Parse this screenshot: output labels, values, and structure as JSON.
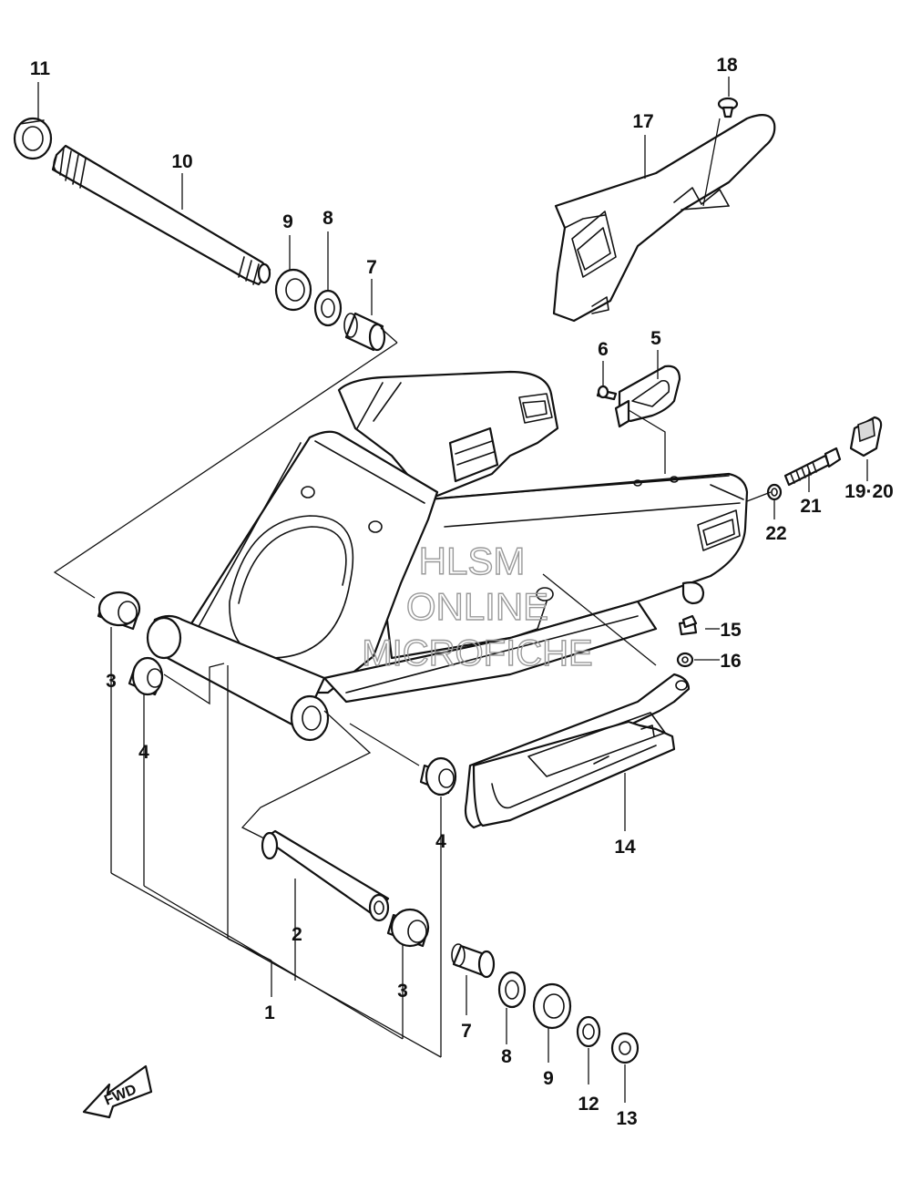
{
  "diagram": {
    "labels": {
      "l1": "1",
      "l2": "2",
      "l3a": "3",
      "l3b": "3",
      "l4a": "4",
      "l4b": "4",
      "l5": "5",
      "l6": "6",
      "l7a": "7",
      "l7b": "7",
      "l8a": "8",
      "l8b": "8",
      "l9a": "9",
      "l9b": "9",
      "l10": "10",
      "l11": "11",
      "l12": "12",
      "l13": "13",
      "l14": "14",
      "l15": "15",
      "l16": "16",
      "l17": "17",
      "l18": "18",
      "l19_20": "19·20",
      "l21": "21",
      "l22": "22"
    },
    "watermark": {
      "line1": "HLSM",
      "line2": "ONLINE",
      "line3": "MICROFICHE"
    },
    "direction_arrow": "FWD"
  }
}
